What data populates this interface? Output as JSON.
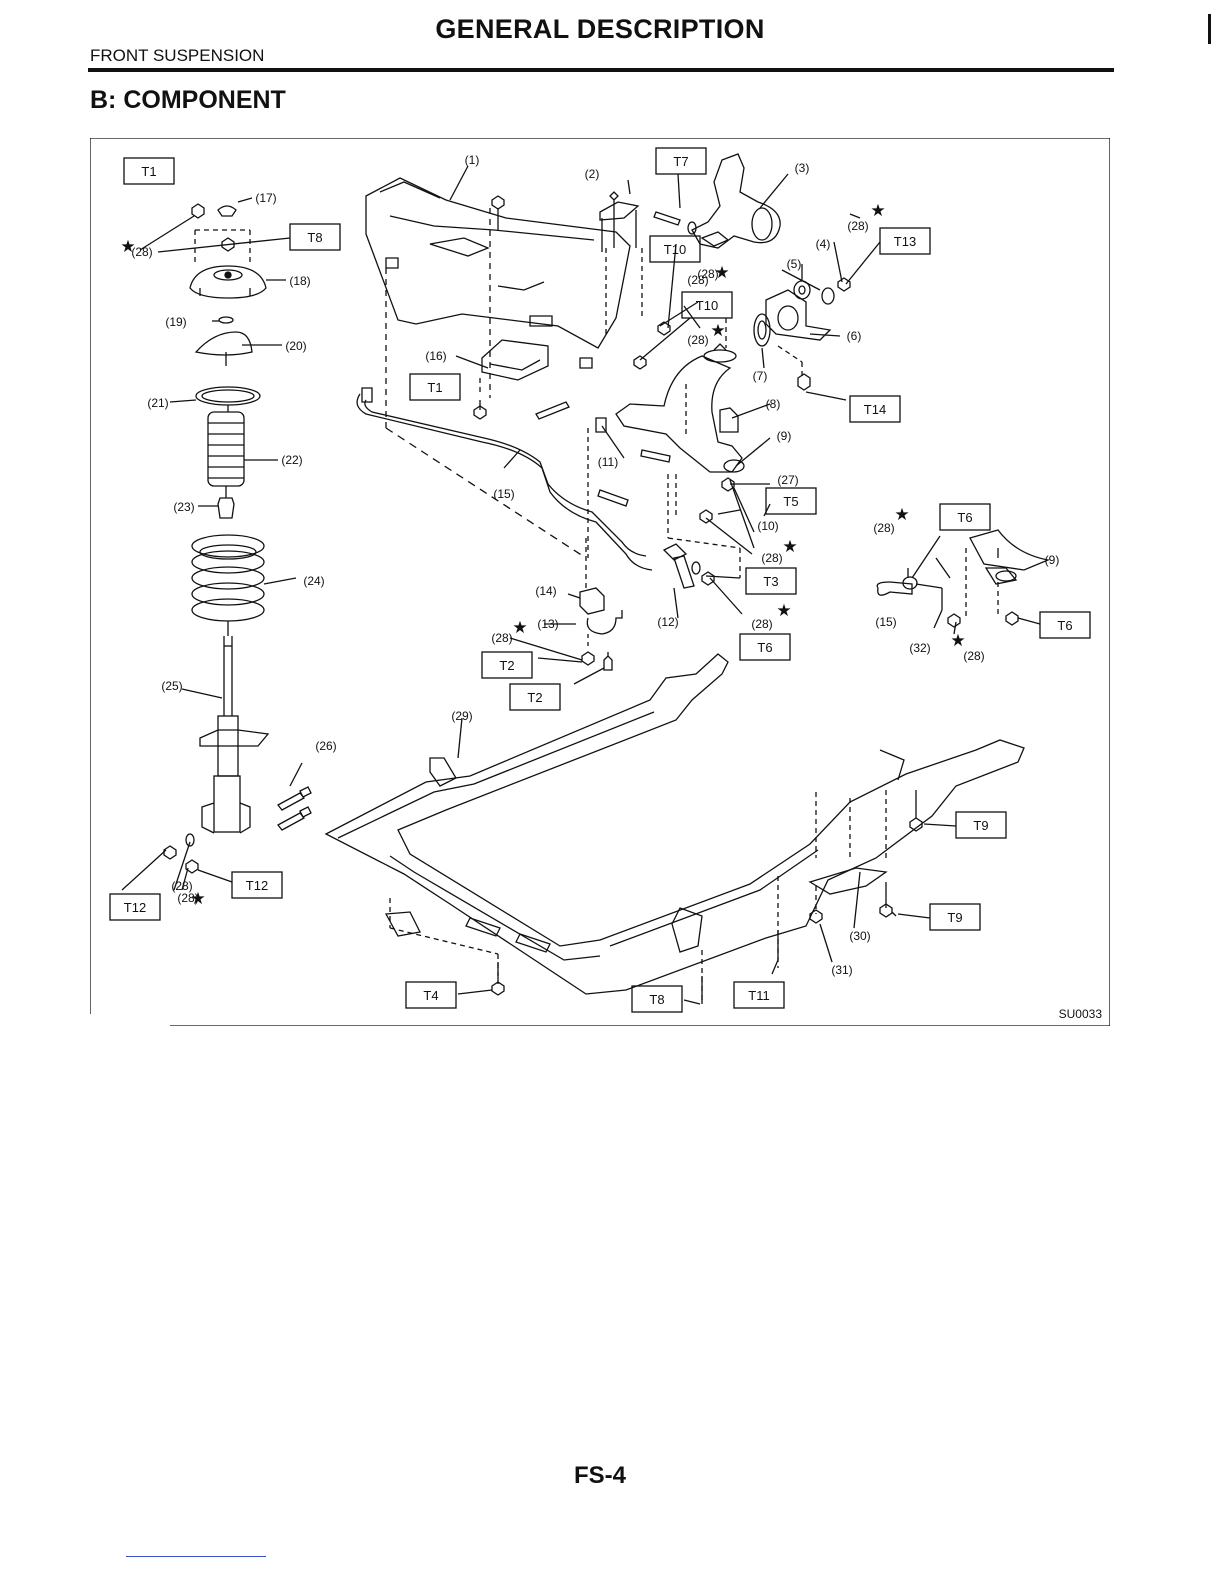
{
  "header": {
    "title": "GENERAL DESCRIPTION",
    "section": "FRONT SUSPENSION"
  },
  "subtitle": "B: COMPONENT",
  "figure": {
    "code": "SU0033",
    "callouts": [
      "(1)",
      "(2)",
      "(3)",
      "(4)",
      "(5)",
      "(6)",
      "(7)",
      "(8)",
      "(9)",
      "(10)",
      "(11)",
      "(12)",
      "(13)",
      "(14)",
      "(15)",
      "(16)",
      "(17)",
      "(18)",
      "(19)",
      "(20)",
      "(21)",
      "(22)",
      "(23)",
      "(24)",
      "(25)",
      "(26)",
      "(27)",
      "(28)",
      "(29)",
      "(30)",
      "(31)",
      "(32)",
      "(9)",
      "(15)",
      "(28)",
      "(28)",
      "(28)",
      "(28)",
      "(28)",
      "(28)",
      "(28)",
      "(28)",
      "(28)",
      "(28)",
      "(28)"
    ],
    "torque_labels": [
      "T1",
      "T8",
      "T7",
      "T10",
      "T10",
      "T13",
      "T14",
      "T1",
      "T5",
      "T6",
      "T3",
      "T6",
      "T6",
      "T2",
      "T2",
      "T12",
      "T12",
      "T9",
      "T9",
      "T4",
      "T8",
      "T11"
    ],
    "star": "★"
  },
  "footer": {
    "page_number": "FS-4"
  }
}
